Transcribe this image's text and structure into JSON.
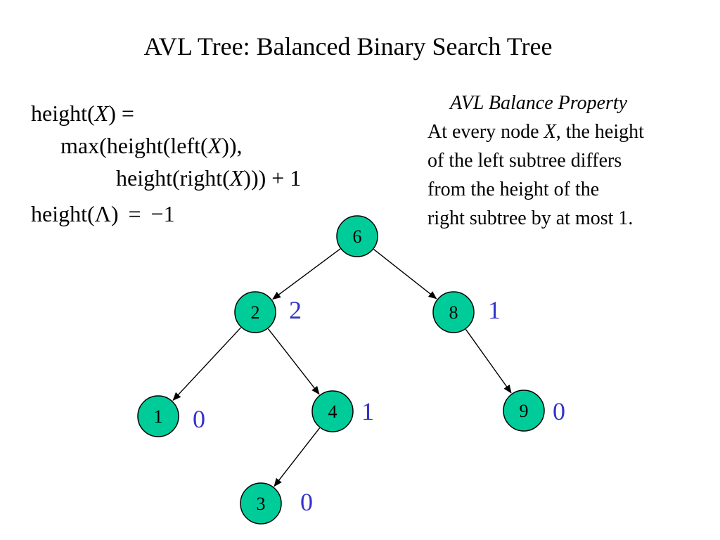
{
  "title": "AVL Tree: Balanced Binary Search Tree",
  "formula": {
    "line1": {
      "a": "height(",
      "x": "X",
      "b": ") ="
    },
    "line2": {
      "a": "max(height(left(",
      "x": "X",
      "b": ")),"
    },
    "line3": {
      "a": "height(right(",
      "x": "X",
      "b": "))) + 1"
    },
    "line4": {
      "a": "height(Λ)",
      "eq": "=",
      "val": "−1"
    }
  },
  "balance_property": {
    "title": "AVL Balance Property",
    "line1": {
      "a": "At every node ",
      "x": "X",
      "b": ", the height"
    },
    "line2": "of the left subtree differs",
    "line3": "from the height of the",
    "line4": "right subtree by at most 1."
  },
  "tree": {
    "node_color": "#00cc99",
    "height_label_color": "#3333cc",
    "nodes": [
      {
        "id": "n6",
        "key": "6",
        "height": ""
      },
      {
        "id": "n2",
        "key": "2",
        "height": "2"
      },
      {
        "id": "n8",
        "key": "8",
        "height": "1"
      },
      {
        "id": "n1",
        "key": "1",
        "height": "0"
      },
      {
        "id": "n4",
        "key": "4",
        "height": "1"
      },
      {
        "id": "n9",
        "key": "9",
        "height": "0"
      },
      {
        "id": "n3",
        "key": "3",
        "height": "0"
      }
    ],
    "edges": [
      {
        "from": "n6",
        "to": "n2"
      },
      {
        "from": "n6",
        "to": "n8"
      },
      {
        "from": "n2",
        "to": "n1"
      },
      {
        "from": "n2",
        "to": "n4"
      },
      {
        "from": "n8",
        "to": "n9"
      },
      {
        "from": "n4",
        "to": "n3"
      }
    ]
  }
}
